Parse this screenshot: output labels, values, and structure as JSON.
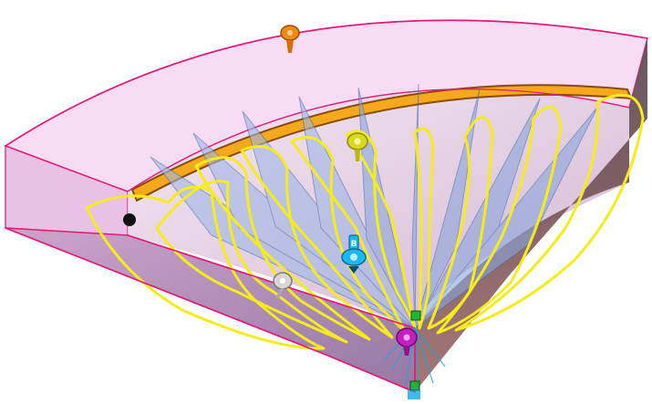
{
  "viewport": {
    "background": "#ffffff",
    "view": "isometric-3d",
    "model": "sector-solid-with-sweep-profiles"
  },
  "colors": {
    "sector_edge": "#e0197a",
    "sector_fill": "#f6d3f0",
    "sector_side": "#d49ad0",
    "sector_side_dark": "#9d6db0",
    "rim_band": "#f4a81b",
    "rim_band_dark": "#8a4b0a",
    "profile_curve": "#f5ec1e",
    "plane_fill": "#9fb7e6",
    "plane_edge": "#4b6fb0",
    "vertex_point": "#111111",
    "node_green": "#1fb33a",
    "axis_blue": "#1aa3e6"
  },
  "manipulators": [
    {
      "name": "orange-manipulator",
      "color": "#f08c14",
      "label": ""
    },
    {
      "name": "yellow-manipulator",
      "color": "#d8d822",
      "label": ""
    },
    {
      "name": "cyan-manipulator",
      "color": "#1fb7f0",
      "label": "B"
    },
    {
      "name": "grey-manipulator",
      "color": "#c9c9c9",
      "label": ""
    },
    {
      "name": "magenta-manipulator",
      "color": "#c41fc0",
      "label": ""
    }
  ]
}
